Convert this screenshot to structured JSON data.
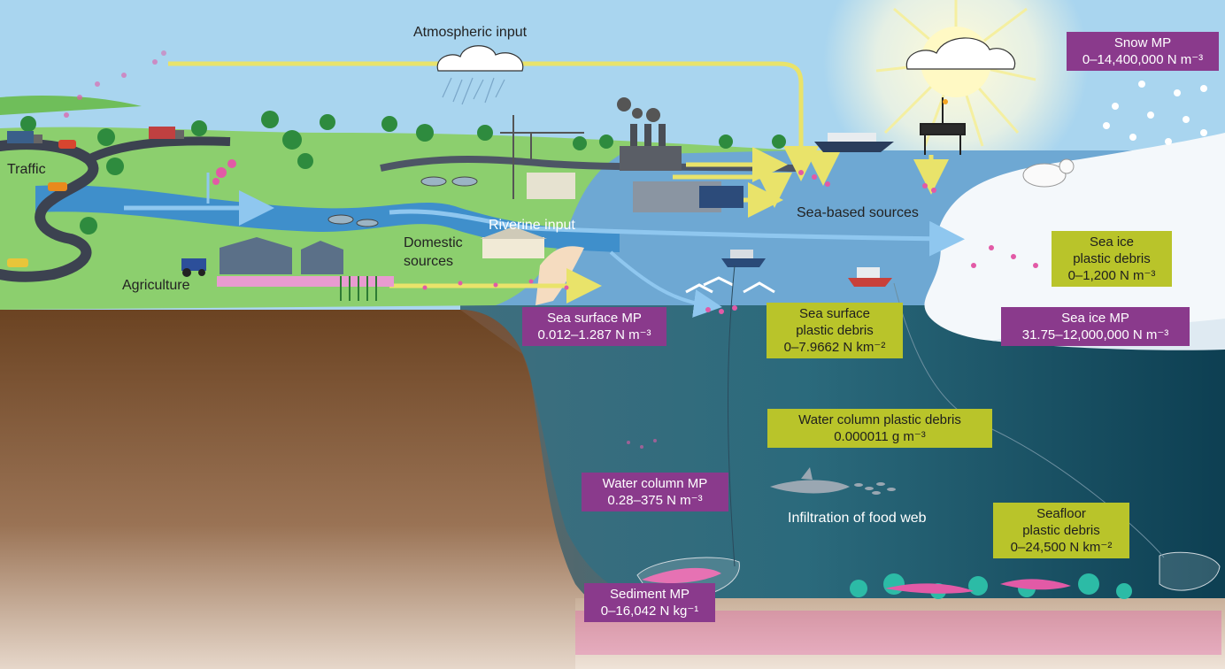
{
  "colors": {
    "sky": "#a9d5ef",
    "land": "#8ccf6e",
    "river": "#3f8fcb",
    "sea_surface": "#6ea8d3",
    "deep_sea": "#0e5469",
    "sediment": "#6b4322",
    "mp_box": "#8a3a8c",
    "debris_box": "#b9c42a",
    "flow_arrow_yellow": "#e9e36a",
    "flow_arrow_blue": "#8fc7ef",
    "particles": "#e25aa6"
  },
  "labels": {
    "atmospheric_input": "Atmospheric input",
    "traffic": "Traffic",
    "agriculture": "Agriculture",
    "domestic_sources_1": "Domestic",
    "domestic_sources_2": "sources",
    "riverine_input": "Riverine input",
    "sea_based_sources": "Sea-based sources",
    "food_web": "Infiltration of food web"
  },
  "boxes": {
    "snow_mp": {
      "line1": "Snow MP",
      "line2": "0–14,400,000 N m⁻³"
    },
    "sea_surface_mp": {
      "line1": "Sea surface MP",
      "line2": "0.012–1.287 N m⁻³"
    },
    "sea_surface_debris": {
      "line1": "Sea surface",
      "line2": "plastic debris",
      "line3": "0–7.9662 N km⁻²"
    },
    "sea_ice_debris": {
      "line1": "Sea ice",
      "line2": "plastic debris",
      "line3": "0–1,200 N m⁻³"
    },
    "sea_ice_mp": {
      "line1": "Sea ice MP",
      "line2": "31.75–12,000,000 N m⁻³"
    },
    "water_column_debris": {
      "line1": "Water column plastic debris",
      "line2": "0.000011 g m⁻³"
    },
    "water_column_mp": {
      "line1": "Water column MP",
      "line2": "0.28–375 N m⁻³"
    },
    "seafloor_debris": {
      "line1": "Seafloor",
      "line2": "plastic debris",
      "line3": "0–24,500 N km⁻²"
    },
    "sediment_mp": {
      "line1": "Sediment MP",
      "line2": "0–16,042 N kg⁻¹"
    }
  },
  "icons": [
    "sun-icon",
    "cloud-icon",
    "rain-icon",
    "tree-icon",
    "truck-icon",
    "car-icon",
    "tractor-icon",
    "factory-icon",
    "crane-icon",
    "ship-icon",
    "oil-rig-icon",
    "polar-bear-icon",
    "snowflake-icon",
    "bird-icon",
    "shark-icon",
    "fish-school-icon",
    "coral-icon",
    "plastic-bag-icon",
    "treatment-tank-icon",
    "house-icon"
  ]
}
